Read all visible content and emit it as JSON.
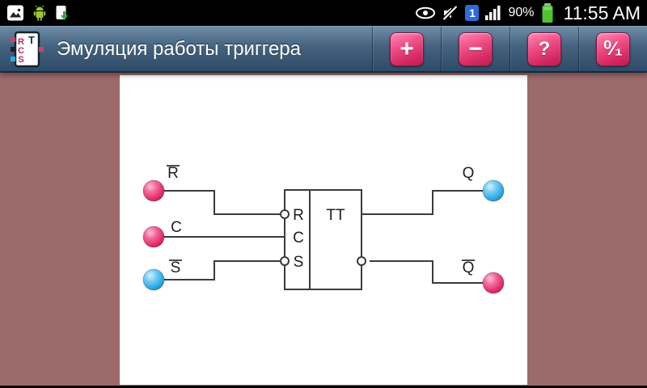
{
  "status_bar": {
    "time": "11:55 AM",
    "battery_percent": "90%",
    "sim_badge": "1"
  },
  "action_bar": {
    "title": "Эмуляция работы триггера",
    "app_icon": {
      "t": "T",
      "r": "R",
      "c": "C",
      "s": "S"
    },
    "buttons": [
      {
        "id": "zoom-in",
        "glyph": "+"
      },
      {
        "id": "zoom-out",
        "glyph": "−"
      },
      {
        "id": "help",
        "glyph": "?"
      },
      {
        "id": "toggle-01",
        "glyph": "⁰⁄₁"
      }
    ]
  },
  "diagram": {
    "chip_label": "TT",
    "pins": {
      "r": "R",
      "c": "C",
      "s": "S"
    },
    "inputs": {
      "r": "R",
      "c": "C",
      "s": "S"
    },
    "outputs": {
      "q": "Q",
      "qn": "Q"
    },
    "terminals": {
      "input_r": "pink",
      "input_c": "pink",
      "input_s": "blue",
      "output_q": "blue",
      "output_qn": "pink"
    },
    "colors": {
      "pink": "#e23168",
      "blue": "#2fa7e2",
      "wire": "#3b3b3b"
    }
  }
}
